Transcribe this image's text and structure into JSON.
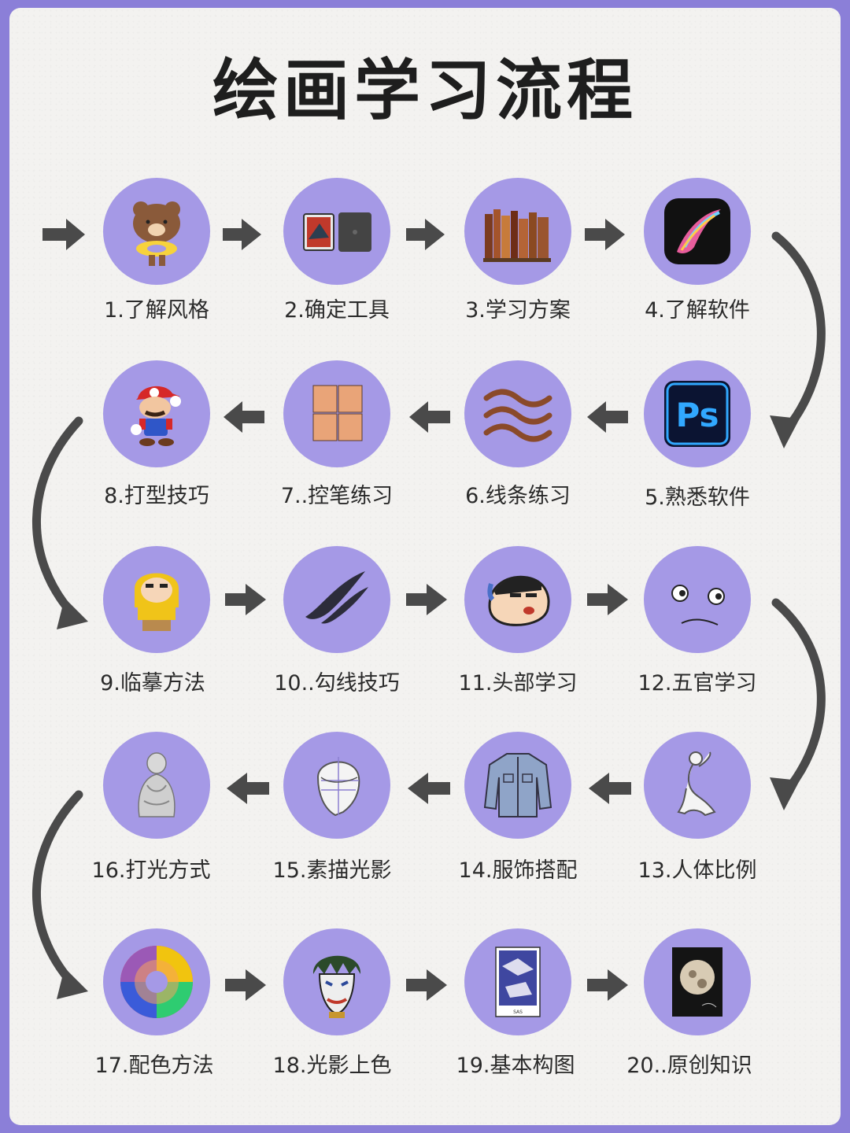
{
  "title": "绘画学习流程",
  "colors": {
    "frame": "#8b7fd8",
    "circle": "#a599e6",
    "arrow": "#4a4a4a"
  },
  "steps": [
    {
      "label": "1.了解风格",
      "icon": "brown-bear-icon"
    },
    {
      "label": "2.确定工具",
      "icon": "tablet-icon"
    },
    {
      "label": "3.学习方案",
      "icon": "books-icon"
    },
    {
      "label": "4.了解软件",
      "icon": "procreate-icon"
    },
    {
      "label": "5.熟悉软件",
      "icon": "photoshop-icon"
    },
    {
      "label": "6.线条练习",
      "icon": "wavy-lines-icon"
    },
    {
      "label": "7..控笔练习",
      "icon": "grid-squares-icon"
    },
    {
      "label": "8.打型技巧",
      "icon": "mario-icon"
    },
    {
      "label": "9.临摹方法",
      "icon": "shinchan-raincoat-icon"
    },
    {
      "label": "10..勾线技巧",
      "icon": "brush-stroke-icon"
    },
    {
      "label": "11.头部学习",
      "icon": "shinchan-head-icon"
    },
    {
      "label": "12.五官学习",
      "icon": "face-features-icon"
    },
    {
      "label": "13.人体比例",
      "icon": "body-sketch-icon"
    },
    {
      "label": "14.服饰搭配",
      "icon": "jacket-icon"
    },
    {
      "label": "15.素描光影",
      "icon": "head-sketch-icon"
    },
    {
      "label": "16.打光方式",
      "icon": "statue-icon"
    },
    {
      "label": "17.配色方法",
      "icon": "color-wheel-icon"
    },
    {
      "label": "18.光影上色",
      "icon": "joker-icon"
    },
    {
      "label": "19.基本构图",
      "icon": "composition-poster-icon"
    },
    {
      "label": "20..原创知识",
      "icon": "moon-painting-icon"
    }
  ]
}
